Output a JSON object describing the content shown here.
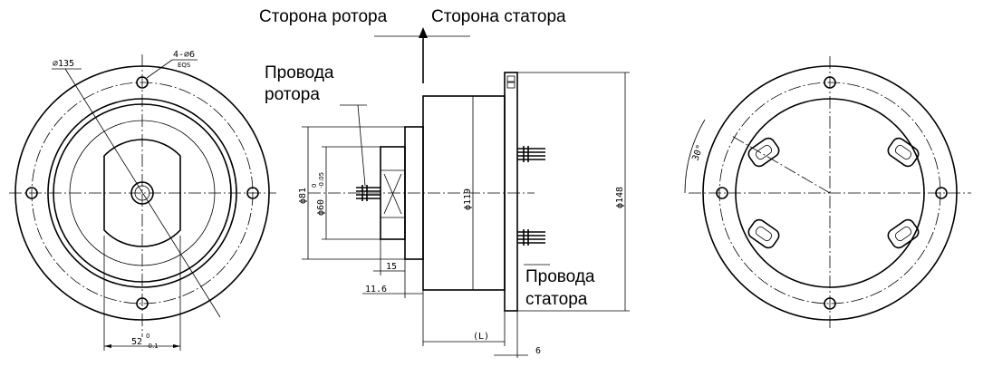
{
  "labels": {
    "rotor_side": "Сторона ротора",
    "stator_side": "Сторона статора",
    "rotor_wires_line1": "Провода",
    "rotor_wires_line2": "ротора",
    "stator_wires_line1": "Провода",
    "stator_wires_line2": "статора"
  },
  "dimensions": {
    "d135": "⌀135",
    "holes": "4-⌀6",
    "holes_eqs": "EQS",
    "w52": "52",
    "w52_tol_upper": "0",
    "w52_tol_lower": "-0.1",
    "d81": "ϕ81",
    "d60": "ϕ60",
    "d60_tol_upper": "0",
    "d60_tol_lower": "-0.05",
    "d119": "ϕ119",
    "d148": "ϕ148",
    "len15": "15",
    "len11_6": "11.6",
    "lenL": "(L)",
    "len6": "6",
    "angle30": "30°"
  }
}
